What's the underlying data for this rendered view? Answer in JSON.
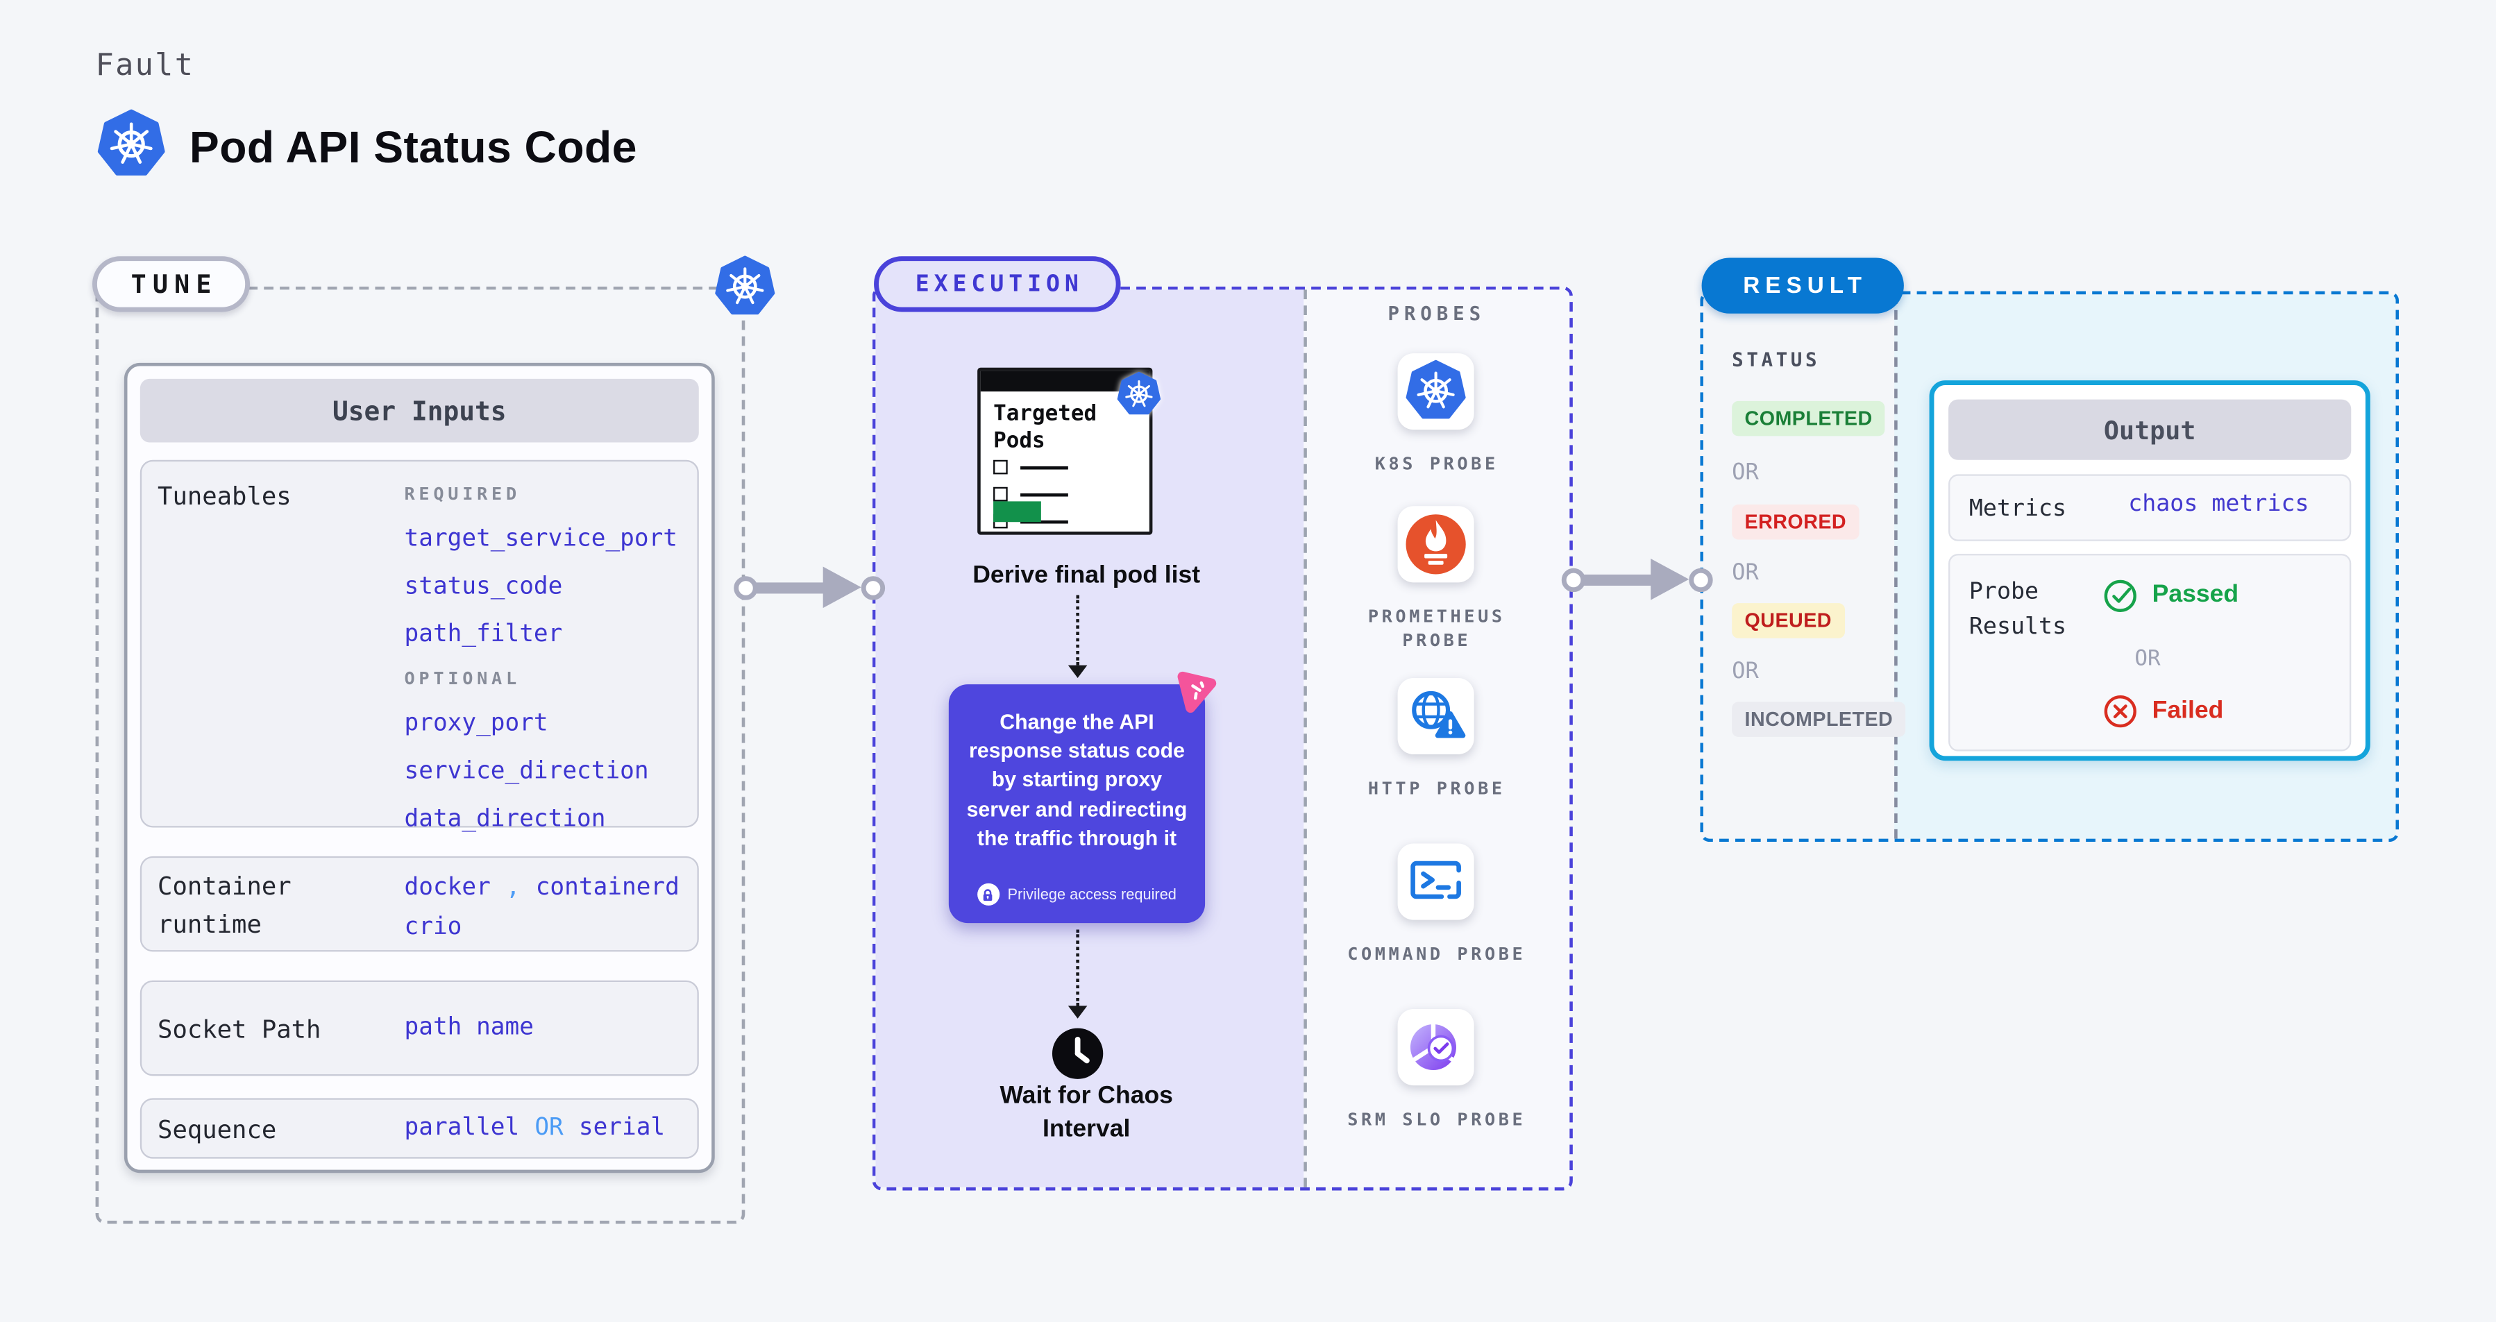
{
  "header": {
    "eyebrow": "Fault",
    "title": "Pod API Status Code"
  },
  "tune": {
    "badge": "TUNE",
    "panel_title": "User Inputs",
    "tuneables": {
      "label": "Tuneables",
      "required_label": "REQUIRED",
      "required": [
        "target_service_port",
        "status_code",
        "path_filter"
      ],
      "optional_label": "OPTIONAL",
      "optional": [
        "proxy_port",
        "service_direction",
        "data_direction"
      ]
    },
    "container_runtime": {
      "label": "Container runtime",
      "value_1": "docker",
      "separator": ",",
      "value_2": "containerd",
      "value_3": "crio"
    },
    "socket_path": {
      "label": "Socket Path",
      "value": "path name"
    },
    "sequence": {
      "label": "Sequence",
      "value_1": "parallel",
      "operator": "OR",
      "value_2": "serial"
    }
  },
  "execution": {
    "badge": "EXECUTION",
    "targeted_pods_title": "Targeted Pods",
    "derive_label": "Derive final pod list",
    "action_text": "Change the API response status code by starting proxy server and redirecting the traffic through it",
    "privilege_note": "Privilege access required",
    "wait_label": "Wait for Chaos Interval"
  },
  "probes": {
    "title": "PROBES",
    "items": [
      {
        "label": "K8S PROBE",
        "icon": "kubernetes-icon"
      },
      {
        "label": "PROMETHEUS PROBE",
        "icon": "prometheus-icon"
      },
      {
        "label": "HTTP PROBE",
        "icon": "globe-warning-icon"
      },
      {
        "label": "COMMAND PROBE",
        "icon": "terminal-icon"
      },
      {
        "label": "SRM SLO PROBE",
        "icon": "pie-check-icon"
      }
    ]
  },
  "result": {
    "badge": "RESULT",
    "status_label": "STATUS",
    "or_label": "OR",
    "statuses": [
      {
        "label": "COMPLETED",
        "fg": "#1A7F37",
        "bg": "#DCF3DB"
      },
      {
        "label": "ERRORED",
        "fg": "#D32020",
        "bg": "#FBE9E9"
      },
      {
        "label": "QUEUED",
        "fg": "#BF1D1D",
        "bg": "#FBF3CD"
      },
      {
        "label": "INCOMPLETED",
        "fg": "#676C7B",
        "bg": "#EBECF1"
      }
    ],
    "output": {
      "title": "Output",
      "metrics_label": "Metrics",
      "metrics_value": "chaos metrics",
      "probe_results_label": "Probe Results",
      "passed_label": "Passed",
      "or_label": "OR",
      "failed_label": "Failed"
    }
  },
  "colors": {
    "background": "#F4F6F9",
    "execution_accent": "#4A42DA",
    "execution_fill": "#E4E3FA",
    "result_accent": "#0878D2",
    "result_fill": "#E7F5FB",
    "output_border": "#14A4DB",
    "action_card": "#4E46DE",
    "param_indigo": "#3D35D1",
    "operator_blue": "#4B9BF5",
    "arrow_gray": "#A9ABBE",
    "passed_green": "#16A34A",
    "failed_red": "#D92D20",
    "chaos_pink": "#F4549B",
    "kubernetes_blue": "#326DE6"
  }
}
